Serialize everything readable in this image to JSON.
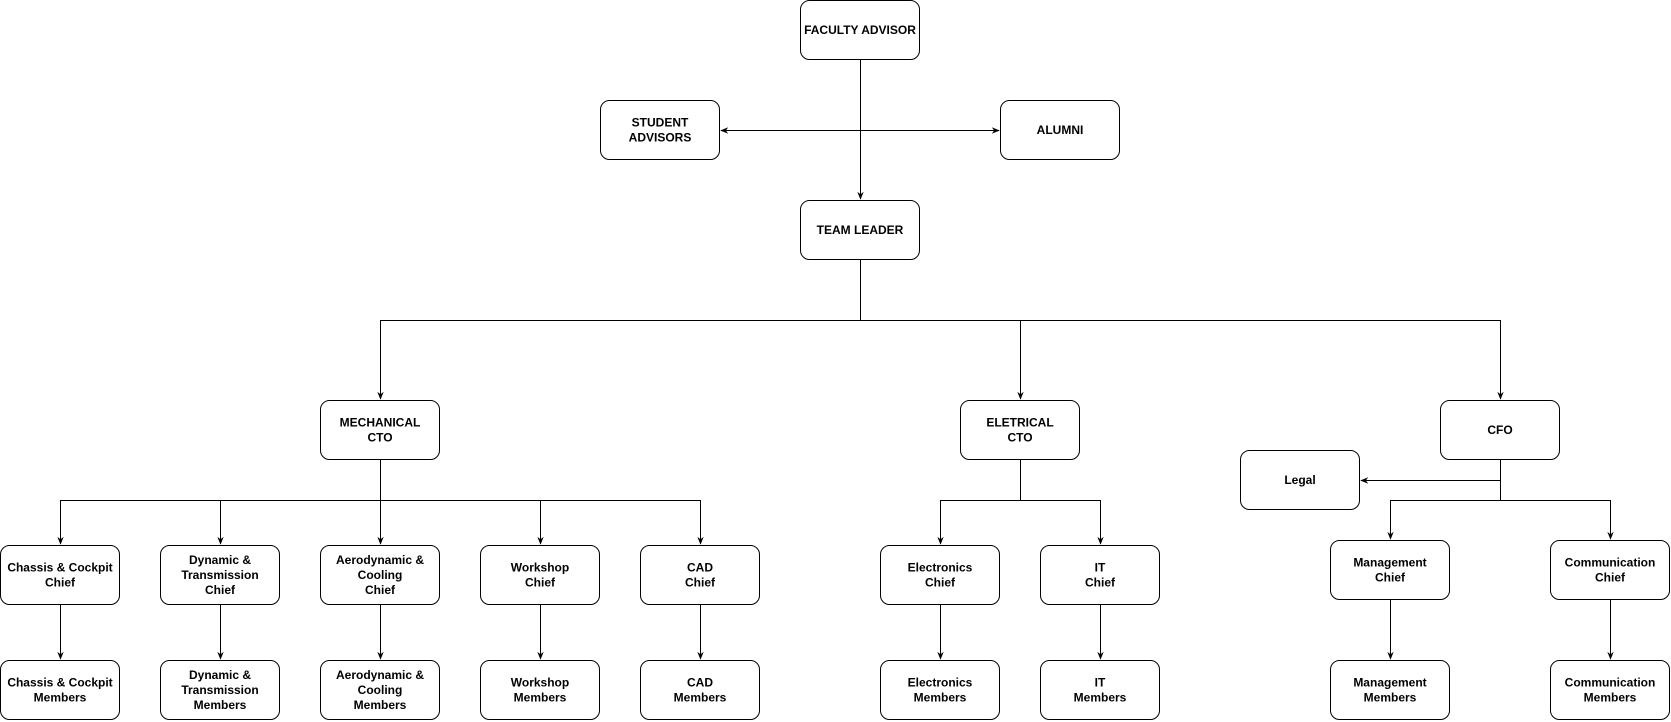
{
  "nodes": {
    "faculty_advisor": [
      "FACULTY ADVISOR"
    ],
    "student_advisors": [
      "STUDENT",
      "ADVISORS"
    ],
    "alumni": [
      "ALUMNI"
    ],
    "team_leader": [
      "TEAM LEADER"
    ],
    "mechanical_cto": [
      "MECHANICAL",
      "CTO"
    ],
    "electrical_cto": [
      "ELETRICAL",
      "CTO"
    ],
    "cfo": [
      "CFO"
    ],
    "legal": [
      "Legal"
    ],
    "chassis_chief": [
      "Chassis & Cockpit",
      "Chief"
    ],
    "dynamic_chief": [
      "Dynamic &",
      "Transmission",
      "Chief"
    ],
    "aero_chief": [
      "Aerodynamic &",
      "Cooling",
      "Chief"
    ],
    "workshop_chief": [
      "Workshop",
      "Chief"
    ],
    "cad_chief": [
      "CAD",
      "Chief"
    ],
    "electronics_chief": [
      "Electronics",
      "Chief"
    ],
    "it_chief": [
      "IT",
      "Chief"
    ],
    "management_chief": [
      "Management",
      "Chief"
    ],
    "communication_chief": [
      "Communication",
      "Chief"
    ],
    "chassis_members": [
      "Chassis & Cockpit",
      "Members"
    ],
    "dynamic_members": [
      "Dynamic &",
      "Transmission",
      "Members"
    ],
    "aero_members": [
      "Aerodynamic &",
      "Cooling",
      "Members"
    ],
    "workshop_members": [
      "Workshop",
      "Members"
    ],
    "cad_members": [
      "CAD",
      "Members"
    ],
    "electronics_members": [
      "Electronics",
      "Members"
    ],
    "it_members": [
      "IT",
      "Members"
    ],
    "management_members": [
      "Management",
      "Members"
    ],
    "communication_members": [
      "Communication",
      "Members"
    ]
  }
}
